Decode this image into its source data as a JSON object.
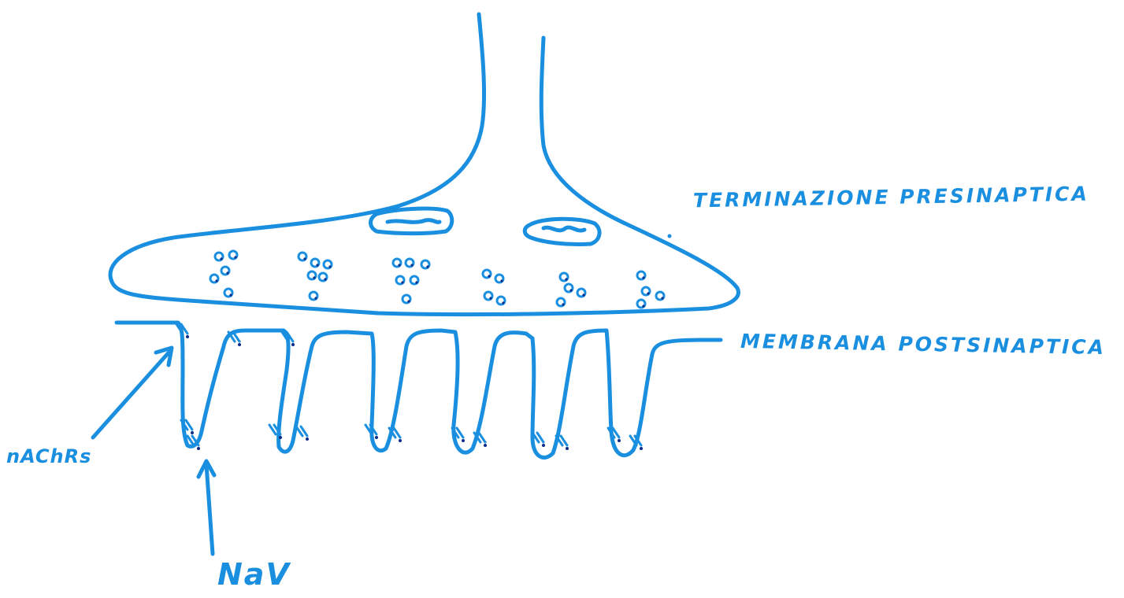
{
  "colors": {
    "ink": "#1a8fe0",
    "ink_dark": "#0b2c8a",
    "background": "#ffffff"
  },
  "labels": {
    "presynaptic_terminal": "TERMINAZIONE PRESINAPTICA",
    "postsynaptic_membrane": "MEMBRANA POSTSINAPTICA",
    "receptors": "nAChRs",
    "sodium_channel": "NaV"
  }
}
